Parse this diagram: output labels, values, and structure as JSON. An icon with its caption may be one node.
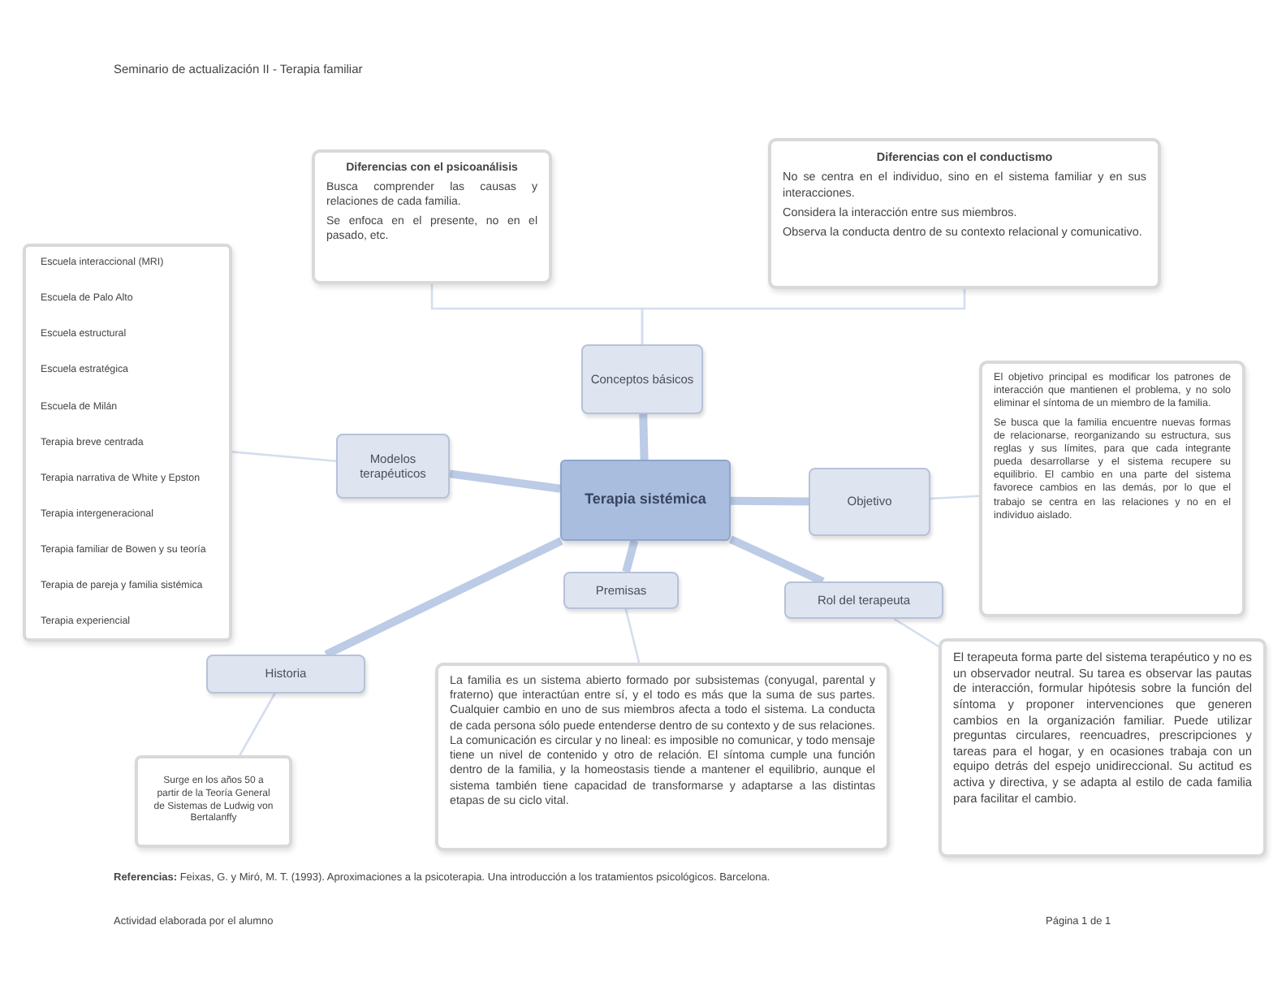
{
  "diagram": {
    "title": "Seminario de actualización II - Terapia familiar",
    "nodes": [
      {
        "text": [
          "Diferencias con el psicoanálisis",
          "Busca comprender las causas y relaciones de cada familia.",
          "Se enfoca en el presente, no en el pasado, etc."
        ]
      },
      {
        "text": [
          "Diferencias con el conductismo",
          "No se centra en el individuo, sino en el sistema familiar y en sus interacciones.",
          "Considera la interacción entre sus miembros.",
          "Observa la conducta dentro de su contexto relacional y comunicativo."
        ]
      },
      {
        "text": [
          "Escuela interaccional (MRI)",
          "Escuela de Palo Alto",
          "Escuela estructural",
          "Escuela estratégica",
          "Escuela de Milán",
          "Terapia breve centrada",
          "Terapia narrativa de White y Epston",
          "Terapia intergeneracional",
          "Terapia familiar de Bowen y su teoría",
          "Terapia de pareja y familia sistémica",
          "Terapia experiencial"
        ]
      },
      {
        "text": [
          "Conceptos básicos"
        ]
      },
      {
        "text": [
          "El objetivo principal es modificar los patrones de interacción que mantienen el problema, y no solo eliminar el síntoma de un miembro de la familia.",
          "Se busca que la familia encuentre nuevas formas de relacionarse, reorganizando su estructura, sus reglas y sus límites, para que cada integrante pueda desarrollarse y el sistema recupere su equilibrio. El cambio en una parte del sistema favorece cambios en las demás, por lo que el trabajo se centra en las relaciones y no en el individuo aislado."
        ]
      },
      {
        "text": [
          "Modelos terapéuticos"
        ]
      },
      {
        "text": [
          "Terapia sistémica"
        ]
      },
      {
        "text": [
          "Objetivo"
        ]
      },
      {
        "text": [
          "Premisas"
        ]
      },
      {
        "text": [
          "Rol del terapeuta"
        ]
      },
      {
        "text": [
          "El terapeuta forma parte del sistema terapéutico y no es un observador neutral. Su tarea es observar las pautas de interacción, formular hipótesis sobre la función del síntoma y proponer intervenciones que generen cambios en la organización familiar. Puede utilizar preguntas circulares, reencuadres, prescripciones y tareas para el hogar, y en ocasiones trabaja con un equipo detrás del espejo unidireccional. Su actitud es activa y directiva, y se adapta al estilo de cada familia para facilitar el cambio."
        ]
      },
      {
        "text": [
          "Historia"
        ]
      },
      {
        "text": [
          "La familia es un sistema abierto formado por subsistemas (conyugal, parental y fraterno) que interactúan entre sí, y el todo es más que la suma de sus partes. Cualquier cambio en uno de sus miembros afecta a todo el sistema. La conducta de cada persona sólo puede entenderse dentro de su contexto y de sus relaciones. La comunicación es circular y no lineal: es imposible no comunicar, y todo mensaje tiene un nivel de contenido y otro de relación. El síntoma cumple una función dentro de la familia, y la homeostasis tiende a mantener el equilibrio, aunque el sistema también tiene capacidad de transformarse y adaptarse a las distintas etapas de su ciclo vital."
        ]
      },
      {
        "text": [
          "Surge en los años 50 a partir de la Teoría General de Sistemas de Ludwig von Bertalanffy"
        ]
      }
    ],
    "edges": [
      {
        "from": 6,
        "to": 3,
        "arrow": "none",
        "style": "thick"
      },
      {
        "from": 6,
        "to": 5,
        "arrow": "none",
        "style": "thick"
      },
      {
        "from": 6,
        "to": 7,
        "arrow": "none",
        "style": "thick"
      },
      {
        "from": 6,
        "to": 8,
        "arrow": "none",
        "style": "thick"
      },
      {
        "from": 6,
        "to": 9,
        "arrow": "none",
        "style": "thick"
      },
      {
        "from": 6,
        "to": 11,
        "arrow": "none",
        "style": "thick"
      },
      {
        "from": 3,
        "to": 0,
        "arrow": "none"
      },
      {
        "from": 3,
        "to": 1,
        "arrow": "none"
      },
      {
        "from": 5,
        "to": 2,
        "arrow": "none"
      },
      {
        "from": 7,
        "to": 4,
        "arrow": "none"
      },
      {
        "from": 8,
        "to": 12,
        "arrow": "none"
      },
      {
        "from": 9,
        "to": 10,
        "arrow": "none"
      },
      {
        "from": 11,
        "to": 13,
        "arrow": "none"
      }
    ],
    "labels": [
      "**Referencias:** Feixas, G. y Miró, M. T. (1993). Aproximaciones a la psicoterapia. Una introducción a los tratamientos psicológicos. Barcelona.",
      "Actividad elaborada por el alumno",
      "Página 1 de 1"
    ]
  }
}
